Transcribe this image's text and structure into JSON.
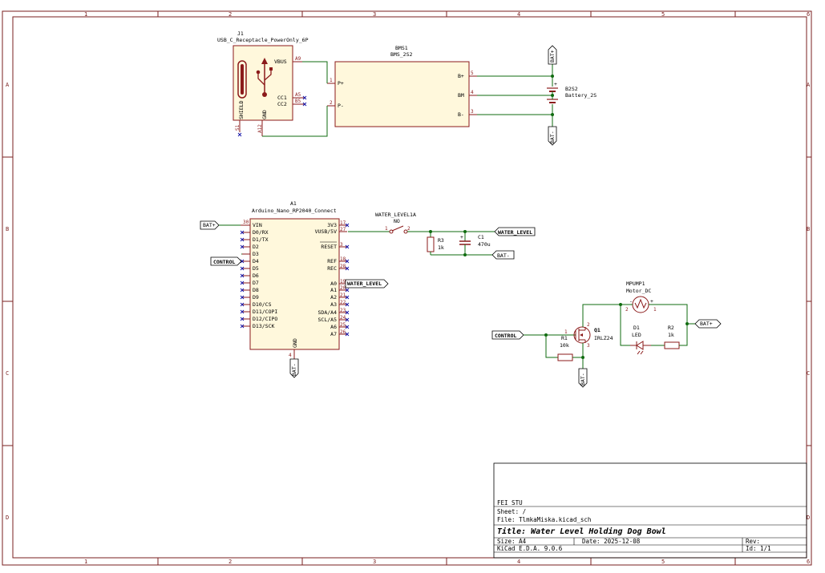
{
  "frame": {
    "cols": [
      "1",
      "2",
      "3",
      "4",
      "5",
      "6"
    ],
    "rows": [
      "A",
      "B",
      "C",
      "D"
    ]
  },
  "usb": {
    "ref": "J1",
    "value": "USB_C_Receptacle_PowerOnly_6P",
    "pins": {
      "vbus": "VBUS",
      "a9": "A9",
      "cc1": "CC1",
      "cc2": "CC2",
      "a5": "A5",
      "b5": "B5",
      "gnd": "GND",
      "shield": "SHIELD",
      "a12": "A12",
      "s1": "S1"
    }
  },
  "bms": {
    "ref": "BMS1",
    "value": "BMS_2S2",
    "pins": {
      "pplus": "P+",
      "pminus": "P-",
      "bplus": "B+",
      "bm": "BM",
      "bminus": "B-",
      "n1": "1",
      "n2": "2",
      "n3": "3",
      "n4": "4",
      "n5": "5"
    }
  },
  "battery": {
    "ref": "B2S2",
    "value": "Battery_2S",
    "plus": "+"
  },
  "power_labels": {
    "bat_plus": "BAT+",
    "bat_minus": "BAT-"
  },
  "arduino": {
    "ref": "A1",
    "value": "Arduino_Nano_RP2040_Connect",
    "left_pins": [
      "VIN",
      "D0/RX",
      "D1/TX",
      "D2",
      "D3",
      "D4",
      "D5",
      "D6",
      "D7",
      "D8",
      "D9",
      "D10/CS",
      "D11/COPI",
      "D12/CIPO",
      "D13/SCK"
    ],
    "right_pins": [
      "3V3",
      "VUSB/5V",
      "RESET",
      "REF",
      "REC",
      "A0",
      "A1",
      "A2",
      "A3",
      "SDA/A4",
      "SCL/A5",
      "A6",
      "A7"
    ],
    "gnd": "GND",
    "vin_num": "30",
    "gnd_num": "4",
    "right_nums": [
      "17",
      "27",
      "3",
      "18",
      "28",
      "19",
      "20",
      "21",
      "22",
      "23",
      "24",
      "25",
      "26"
    ]
  },
  "switch": {
    "ref": "WATER_LEVEL1A",
    "value": "NO",
    "p1": "1",
    "p2": "2"
  },
  "r3": {
    "ref": "R3",
    "value": "1k"
  },
  "c1": {
    "ref": "C1",
    "value": "470u",
    "plus": "+"
  },
  "net_labels": {
    "water_level": "WATER_LEVEL",
    "control": "CONTROL"
  },
  "pump": {
    "ref": "MPUMP1",
    "value": "Motor_DC",
    "minus": "-",
    "plus": "+",
    "n2": "2",
    "n1": "1"
  },
  "q1": {
    "ref": "Q1",
    "value": "IRLZ24",
    "n1": "1",
    "n2": "2",
    "n3": "3"
  },
  "r1": {
    "ref": "R1",
    "value": "10k"
  },
  "d1": {
    "ref": "D1",
    "value": "LED"
  },
  "r2": {
    "ref": "R2",
    "value": "1k"
  },
  "title_block": {
    "company": "FEI STU",
    "sheet": "Sheet: /",
    "file": "File: TlmkaMiska.kicad_sch",
    "title": "Title: Water Level Holding Dog Bowl",
    "size": "Size: A4",
    "date": "Date: 2025-12-08",
    "rev": "Rev:",
    "tool": "KiCad E.D.A. 9.0.6",
    "id": "Id: 1/1"
  }
}
